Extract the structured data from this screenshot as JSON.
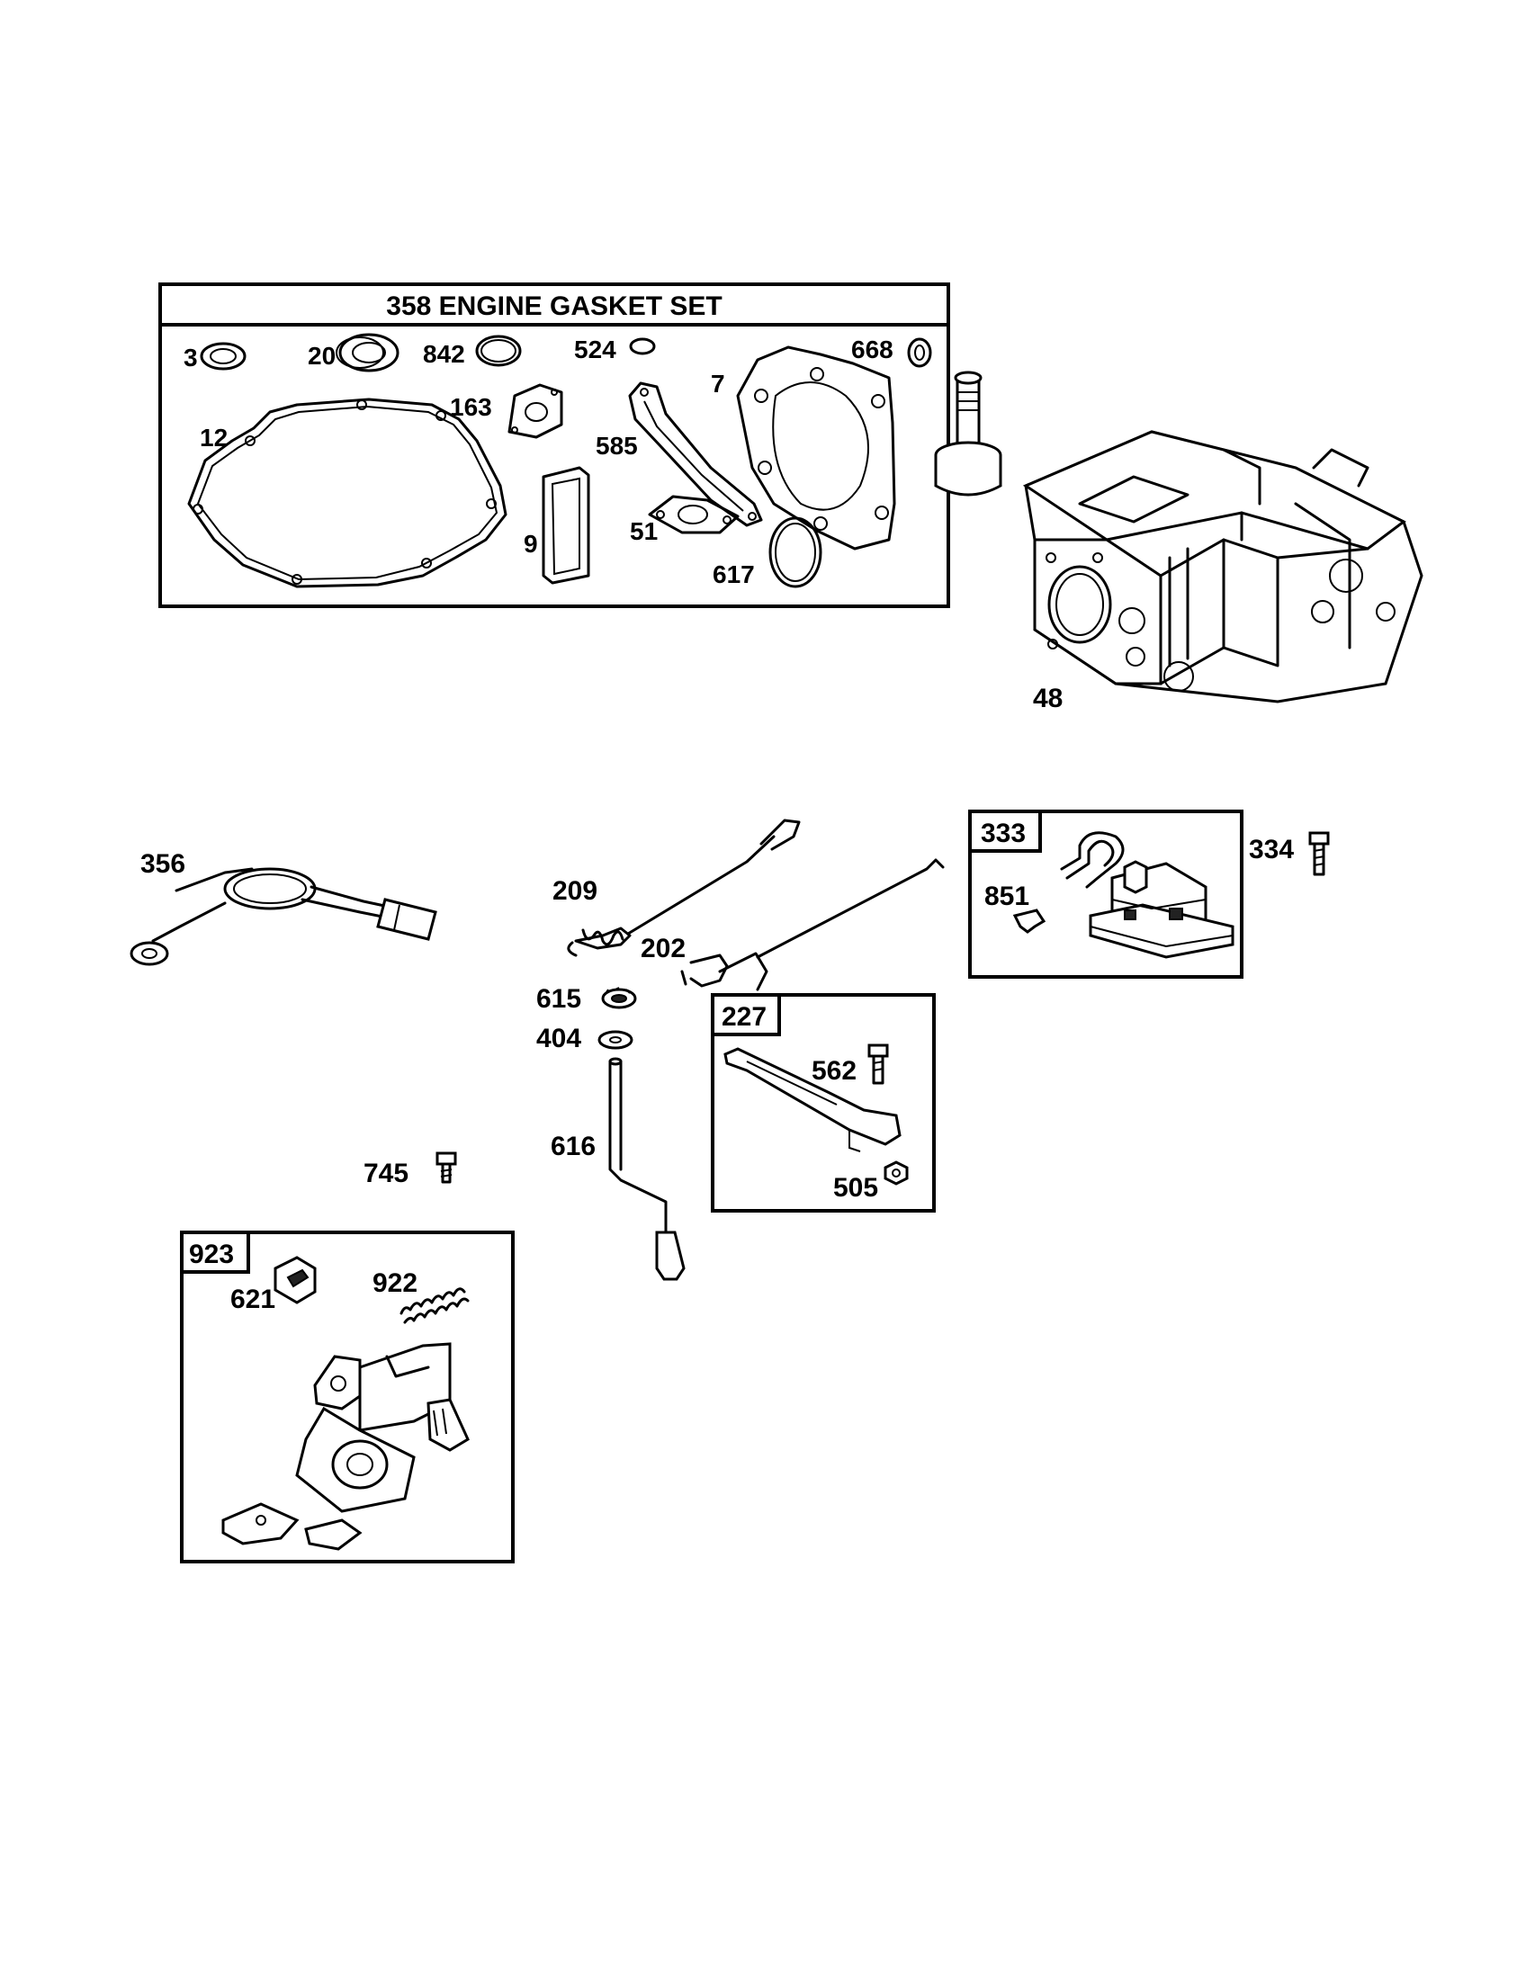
{
  "gasket_set": {
    "title": "358 ENGINE GASKET SET",
    "labels": {
      "p3": "3",
      "p20": "20",
      "p842": "842",
      "p524": "524",
      "p668": "668",
      "p12": "12",
      "p163": "163",
      "p7": "7",
      "p585": "585",
      "p9": "9",
      "p51": "51",
      "p617": "617"
    }
  },
  "parts": {
    "p48": "48",
    "p356": "356",
    "p209": "209",
    "p202": "202",
    "p615": "615",
    "p404": "404",
    "p616": "616",
    "p745": "745",
    "p334": "334"
  },
  "kit_227": {
    "title": "227",
    "p562": "562",
    "p505": "505"
  },
  "kit_333": {
    "title": "333",
    "p851": "851"
  },
  "kit_923": {
    "title": "923",
    "p621": "621",
    "p922": "922"
  }
}
